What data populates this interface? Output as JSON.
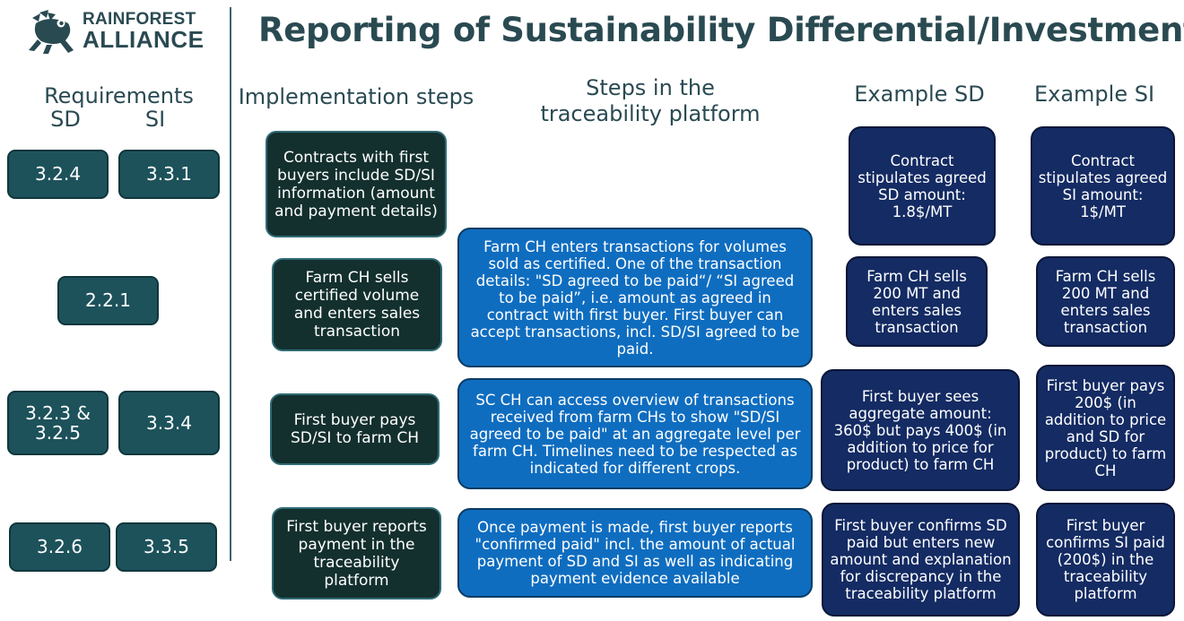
{
  "logo": {
    "line1": "RAINFOREST",
    "line2": "ALLIANCE",
    "icon": "frog-icon"
  },
  "title": "Reporting of Sustainability Differential/Investments",
  "headers": {
    "requirements": "Requirements",
    "sd": "SD",
    "si": "SI",
    "implementation": "Implementation steps",
    "platform_line1": "Steps in the",
    "platform_line2": "traceability platform",
    "example_sd": "Example SD",
    "example_si": "Example SI"
  },
  "requirements": {
    "row1": {
      "sd": "3.2.4",
      "si": "3.3.1"
    },
    "row2": {
      "combined": "2.2.1"
    },
    "row3": {
      "sd": "3.2.3 &\n3.2.5",
      "si": "3.3.4"
    },
    "row4": {
      "sd": "3.2.6",
      "si": "3.3.5"
    }
  },
  "implementation_steps": [
    "Contracts with first buyers include SD/SI information (amount and payment details)",
    "Farm CH sells certified volume and enters sales transaction",
    "First buyer pays SD/SI to farm CH",
    "First buyer reports payment in the traceability platform"
  ],
  "platform_steps": [
    "Farm CH enters transactions for volumes sold as certified. One of the transaction details: \"SD agreed to be paid“/ “SI agreed to be paid”, i.e. amount as agreed in contract with first buyer. First buyer can accept transactions, incl. SD/SI agreed to be paid.",
    "SC CH can access overview of transactions received from farm CHs to show \"SD/SI agreed to be paid\" at an aggregate level per farm CH. Timelines need to be respected as indicated for different crops.",
    "Once payment is made, first buyer reports \"confirmed paid\" incl. the amount of actual payment of SD and SI as well as indicating payment evidence available"
  ],
  "examples_sd": [
    "Contract stipulates agreed SD amount: 1.8$/MT",
    "Farm CH sells 200 MT and enters sales transaction",
    "First buyer sees aggregate amount: 360$ but pays 400$ (in addition to price for product) to farm CH",
    "First buyer confirms SD paid but enters new amount and explanation for discrepancy in the traceability platform"
  ],
  "examples_si": [
    "Contract stipulates agreed SI amount: 1$/MT",
    "Farm CH sells 200 MT and enters sales transaction",
    "First buyer pays 200$ (in addition to price and SD for product) to farm CH",
    "First buyer confirms SI paid (200$) in the traceability platform"
  ],
  "colors": {
    "heading": "#2a4a52",
    "requirement_box": "#1d525b",
    "implementation_box": "#13302e",
    "platform_box": "#0f6dc0",
    "example_box": "#142b63"
  }
}
